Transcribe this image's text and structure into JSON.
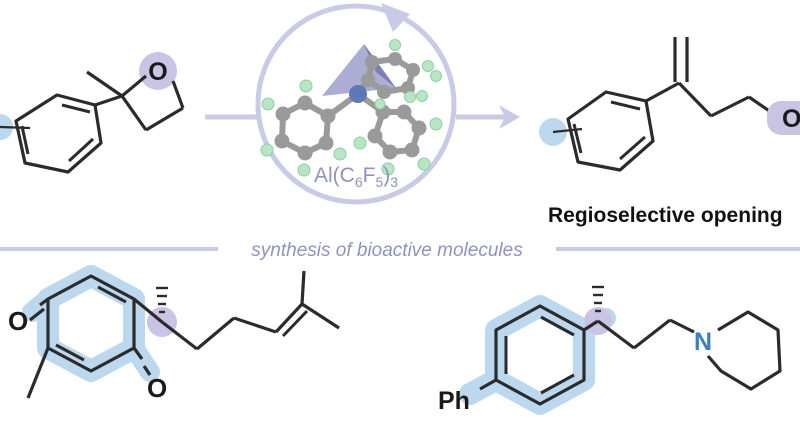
{
  "colors": {
    "bond": "#2b2b2b",
    "accent": "#8f92c4",
    "accent_soft": "#c9cae6",
    "highlight_blue": "#bcd8ee",
    "highlight_purple": "#c9c4e3",
    "oxygen": "#d11a1a",
    "nitrogen": "#3a7fbf",
    "catalyst_carbon": "#9a9a9a",
    "catalyst_fluorine": "#b8e6c4",
    "catalyst_al": "#5d79b8"
  },
  "reactant": {
    "oxygen_label": "O"
  },
  "catalyst": {
    "formula": "Al(C6F5)3",
    "base": "Al(C",
    "s1": "6",
    "mid": "F",
    "s2": "5",
    "close": ")",
    "s3": "3"
  },
  "product": {
    "hydroxyl_label": "OH"
  },
  "caption": "Regioselective opening",
  "section_label": "synthesis of bioactive molecules",
  "target1": {
    "carbonyl_top": "O",
    "carbonyl_bottom": "O"
  },
  "target2": {
    "phenyl_label": "Ph",
    "nitrogen_label": "N"
  },
  "icons": [
    "circular-arrow-icon",
    "reaction-arrow-icon"
  ]
}
